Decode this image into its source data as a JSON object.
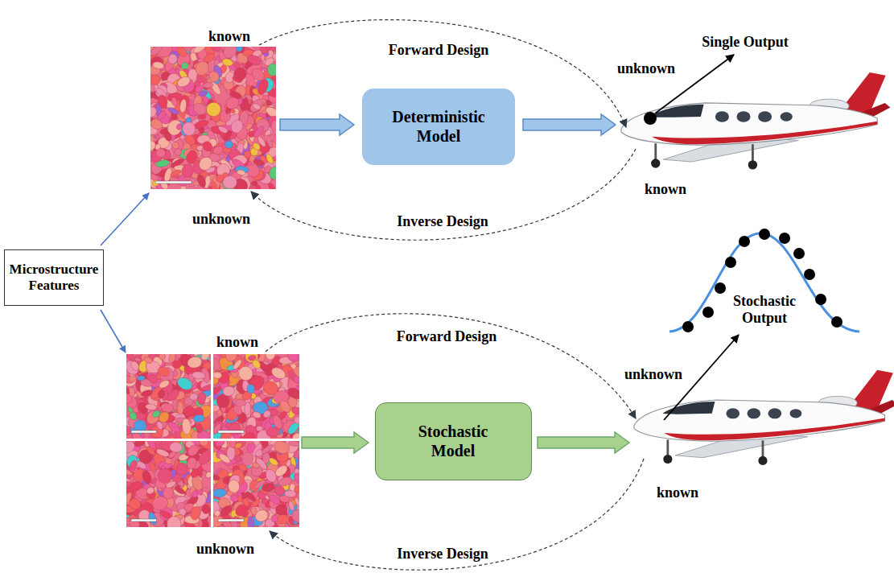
{
  "diagram": {
    "nodes": [
      {
        "text": [
          "Deterministic Model"
        ]
      },
      {
        "text": [
          "Microstructure Features"
        ]
      },
      {
        "text": [
          "Stochastic Model"
        ]
      }
    ],
    "labels": [
      "known",
      "Forward Design",
      "Single Output",
      "unknown",
      "known",
      "unknown",
      "Inverse Design",
      "Stochastic Output",
      "known",
      "Forward Design",
      "unknown",
      "known",
      "unknown",
      "Inverse Design"
    ]
  }
}
